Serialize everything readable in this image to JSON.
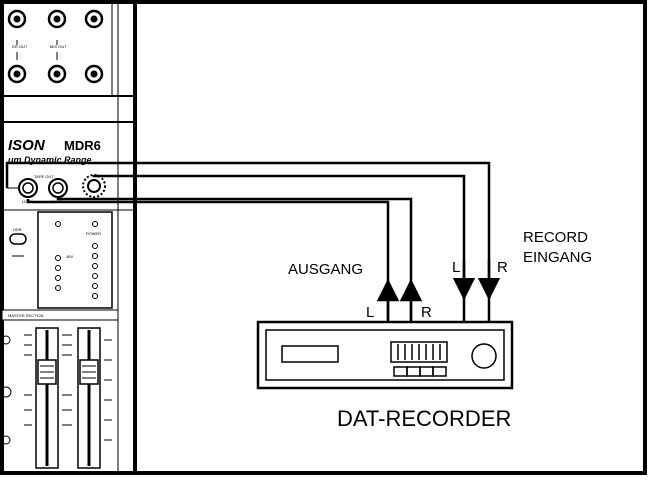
{
  "mixer": {
    "brand": "ISON",
    "model": "MDR6",
    "subtitle": "um Dynamic Range",
    "jack_labels": [
      "DR OUT",
      "MIX OUT"
    ],
    "tape_out_label": "TAPE OUT",
    "tape_left": "LEFT",
    "tape_right": "RIGHT",
    "hdr_label": "HDR",
    "power_label": "POWER",
    "phantom_label": "48V",
    "master_section": "MASTER SECTION"
  },
  "dat": {
    "label": "DAT-RECORDER",
    "output_label": "AUSGANG",
    "input_label_line1": "RECORD",
    "input_label_line2": "EINGANG",
    "out_left": "L",
    "out_right": "R",
    "in_left": "L",
    "in_right": "R"
  }
}
